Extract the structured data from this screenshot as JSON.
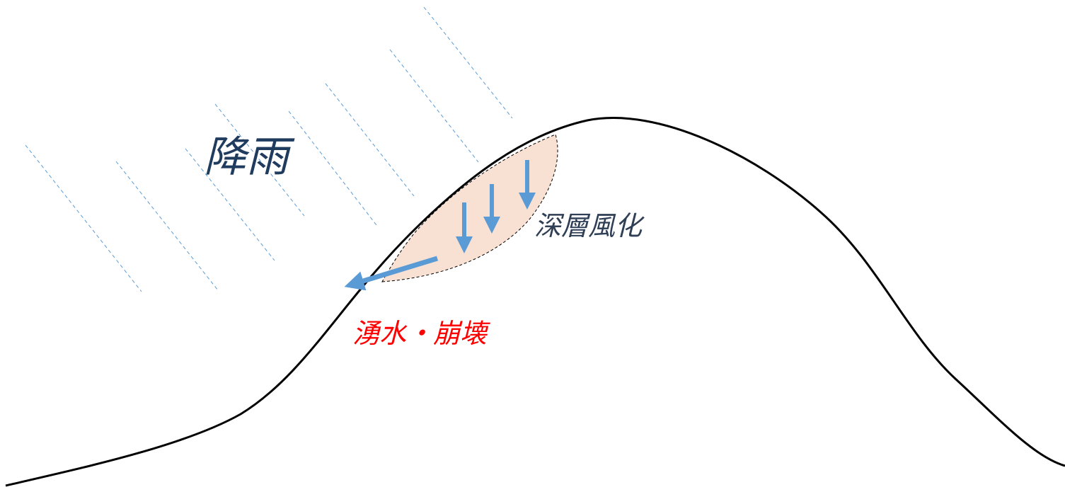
{
  "labels": {
    "rain": "降雨",
    "deep_weathering": "深層風化",
    "spring_collapse": "湧水・崩壊"
  },
  "colors": {
    "terrain_line": "#000000",
    "rain_lines": "#5b9bd5",
    "weathered_zone_fill": "#f8e0d2",
    "arrows": "#5b9bd5",
    "rain_label": "#1f3b5e",
    "weathering_label": "#2f3f55",
    "collapse_label": "#ff0000"
  }
}
